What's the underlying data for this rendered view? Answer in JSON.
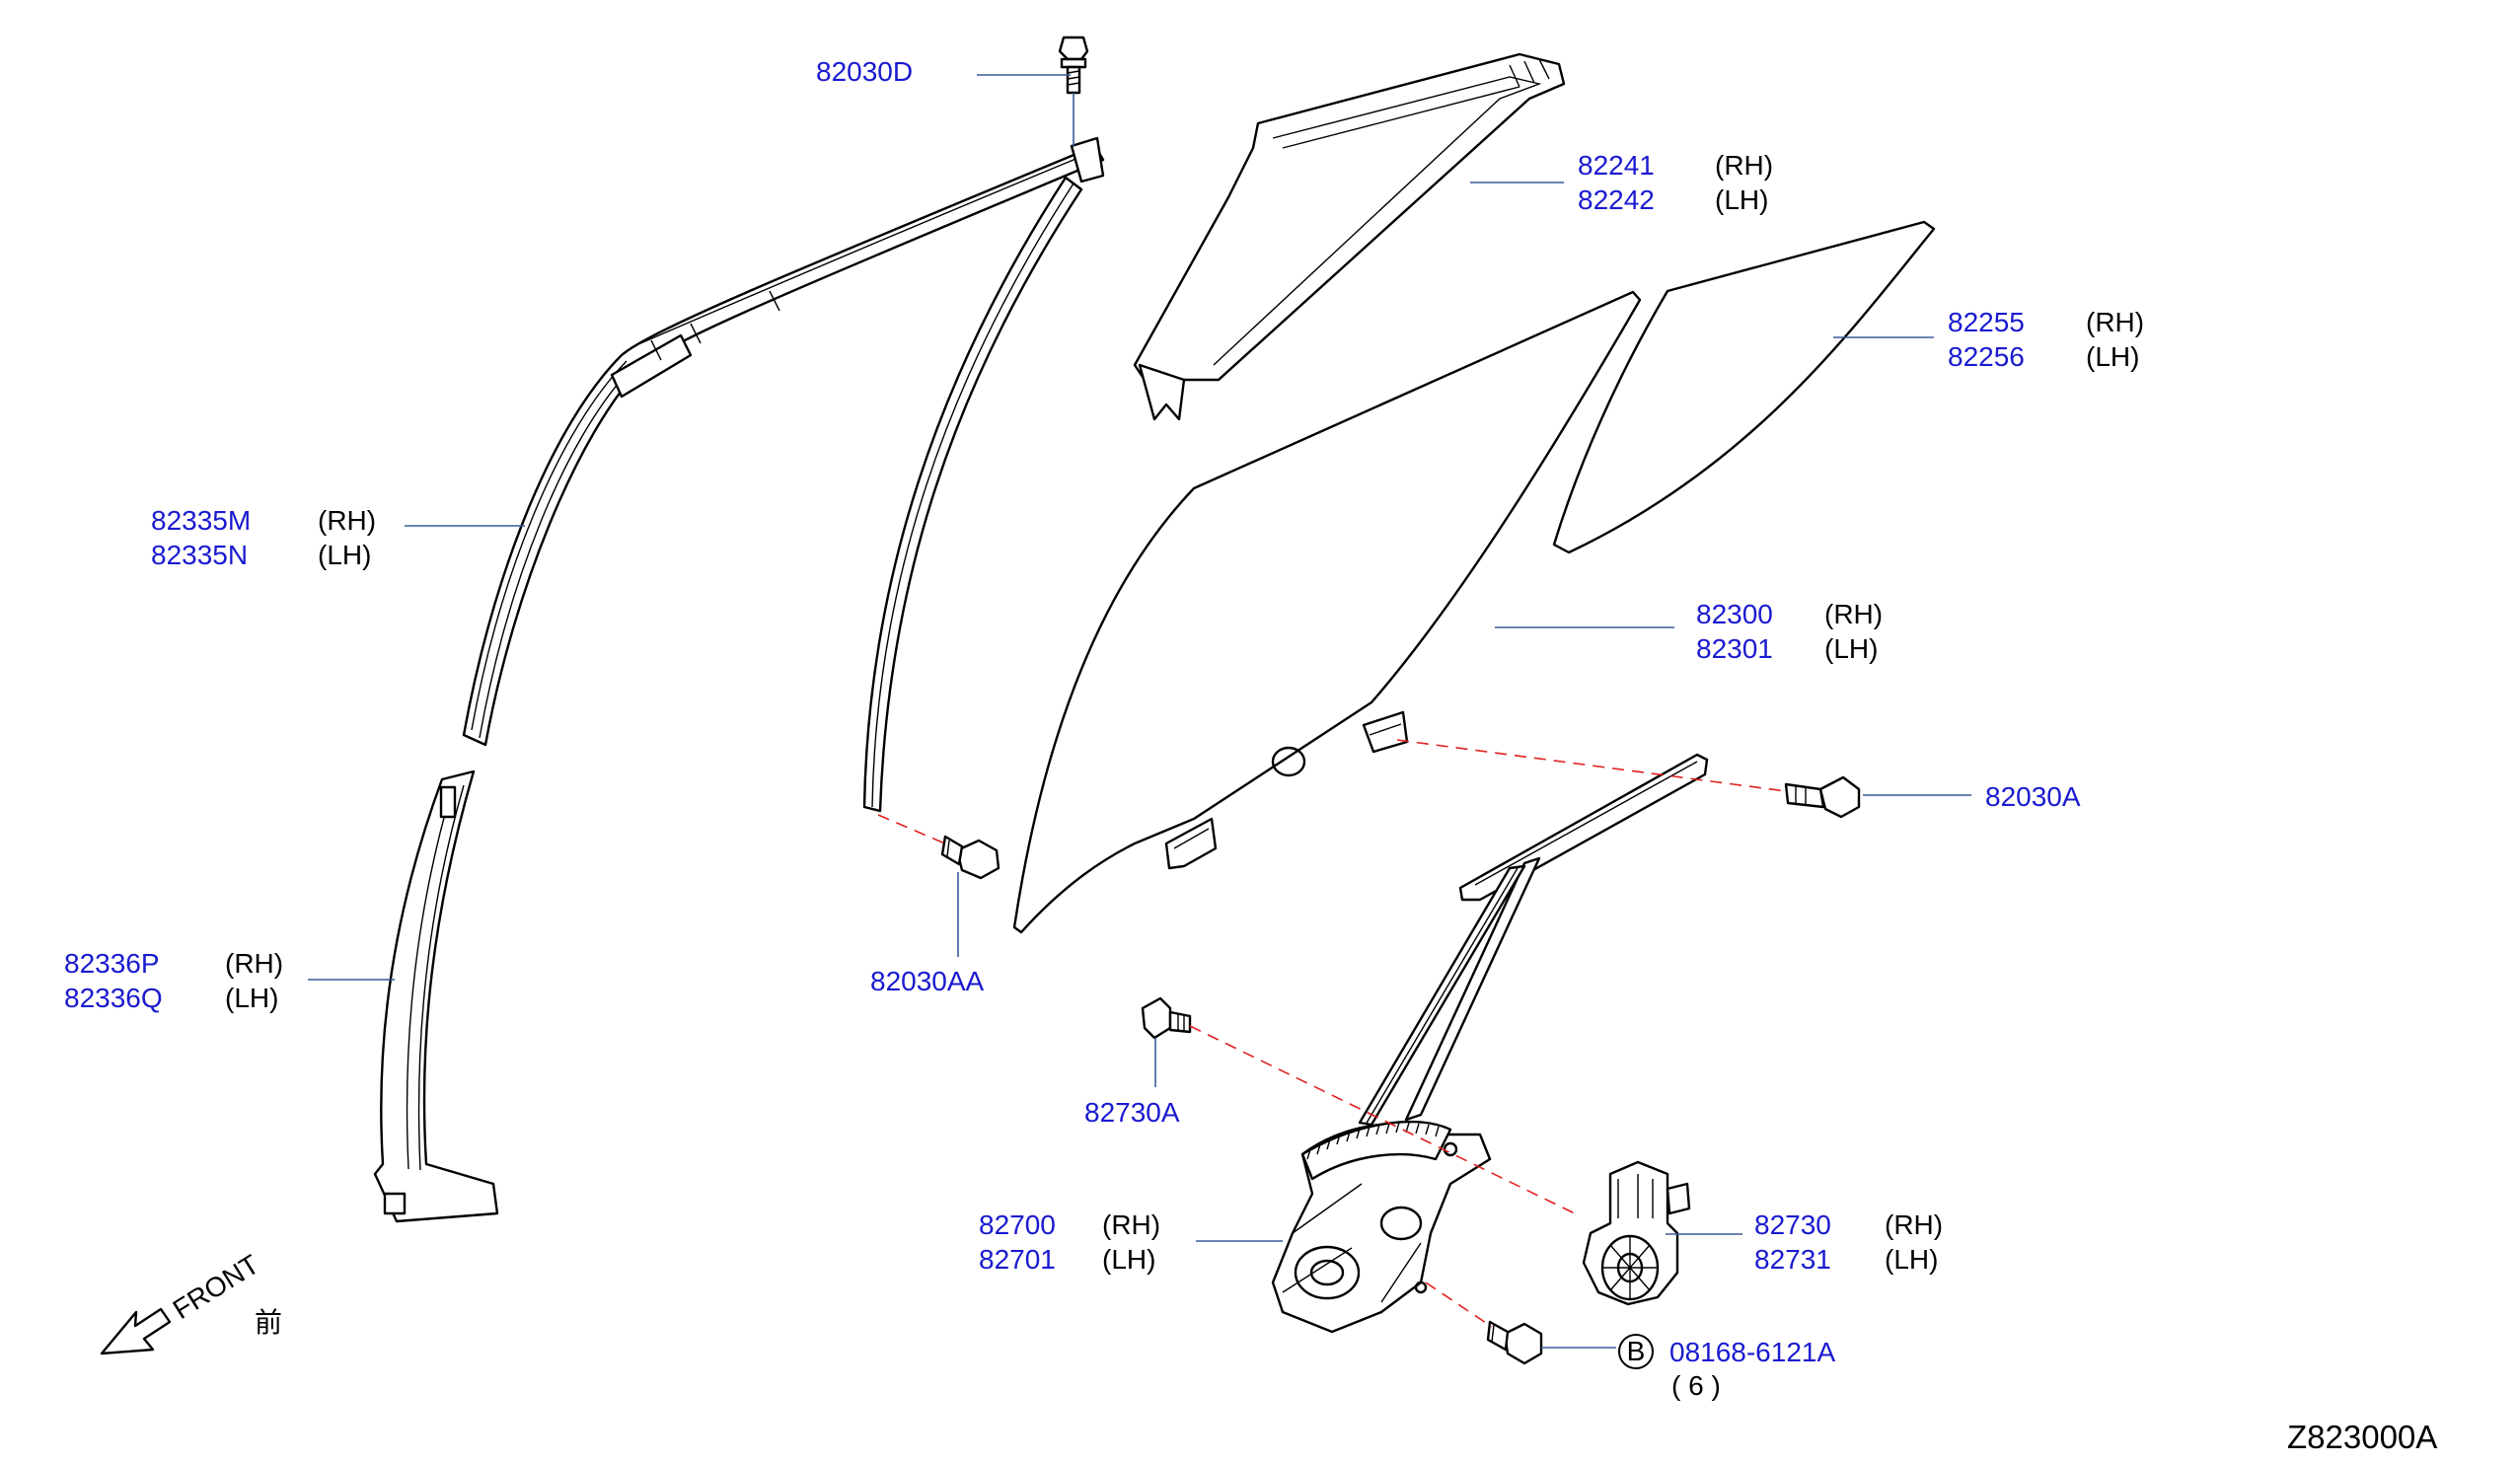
{
  "callouts": {
    "c_82030D": {
      "pn": "82030D"
    },
    "c_82241": {
      "pn1": "82241",
      "side1": "(RH)",
      "pn2": "82242",
      "side2": "(LH)"
    },
    "c_82255": {
      "pn1": "82255",
      "side1": "(RH)",
      "pn2": "82256",
      "side2": "(LH)"
    },
    "c_82335M": {
      "pn1": "82335M",
      "side1": "(RH)",
      "pn2": "82335N",
      "side2": "(LH)"
    },
    "c_82300": {
      "pn1": "82300",
      "side1": "(RH)",
      "pn2": "82301",
      "side2": "(LH)"
    },
    "c_82030A": {
      "pn": "82030A"
    },
    "c_82336P": {
      "pn1": "82336P",
      "side1": "(RH)",
      "pn2": "82336Q",
      "side2": "(LH)"
    },
    "c_82030AA": {
      "pn": "82030AA"
    },
    "c_82730A": {
      "pn": "82730A"
    },
    "c_82700": {
      "pn1": "82700",
      "side1": "(RH)",
      "pn2": "82701",
      "side2": "(LH)"
    },
    "c_82730": {
      "pn1": "82730",
      "side1": "(RH)",
      "pn2": "82731",
      "side2": "(LH)"
    },
    "c_bolt": {
      "marker": "B",
      "pn": "08168-6121A",
      "qty": "(   6   )"
    }
  },
  "front": {
    "label": "FRONT",
    "kanji": "前"
  },
  "diagram_id": "Z823000A",
  "colors": {
    "part_number": "#1a1ad0",
    "leader": "#3a5a9a",
    "dashed": "#e02020",
    "outline": "#000000"
  }
}
